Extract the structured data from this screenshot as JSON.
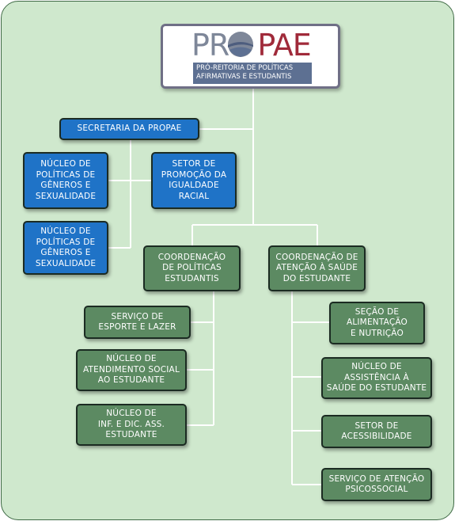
{
  "header": {
    "logo_word_left": "PR",
    "logo_word_o": "O",
    "logo_word_right": "PAE",
    "logo_subtitle": "PRÓ-REITORIA DE POLÍTICAS\nAFIRMATIVAS E ESTUDANTIS"
  },
  "nodes": {
    "secretaria": "SECRETARIA DA PROPAE",
    "nucleo_generos_1": "NÚCLEO DE\nPOLÍTICAS DE\nGÊNEROS E\nSEXUALIDADE",
    "setor_igualdade": "SETOR DE\nPROMOÇÃO DA\nIGUALDADE\nRACIAL",
    "nucleo_generos_2": "NÚCLEO DE\nPOLÍTICAS DE\nGÊNEROS E\nSEXUALIDADE",
    "coord_politicas": "COORDENAÇÃO\nDE POLÍTICAS\nESTUDANTIS",
    "coord_saude": "COORDENAÇÃO DE\nATENÇÃO À SAÚDE\nDO ESTUDANTE",
    "servico_esporte": "SERVIÇO DE\nESPORTE E LAZER",
    "nucleo_atendimento": "NÚCLEO DE\nATENDIMENTO SOCIAL\nAO ESTUDANTE",
    "nucleo_inf": "NÚCLEO DE\nINF. E DIC. ASS.\nESTUDANTE",
    "secao_alimentacao": "SEÇÃO DE\nALIMENTAÇÃO\nE NUTRIÇÃO",
    "nucleo_assistencia": "NÚCLEO DE\nASSISTÊNCIA À\nSAÚDE DO ESTUDANTE",
    "setor_acessibilidade": "SETOR DE\nACESSIBILIDADE",
    "servico_psicossocial": "SERVIÇO DE ATENÇÃO\nPSICOSSOCIAL"
  },
  "colors": {
    "frame_background": "#cfe8cd",
    "frame_border": "#3f6a45",
    "blue_box": "#1f73c7",
    "green_box": "#5c8a62",
    "connector": "#ffffff",
    "logo_gray": "#7e8799",
    "logo_red": "#a02a3a",
    "logo_bar": "#5d7092"
  }
}
